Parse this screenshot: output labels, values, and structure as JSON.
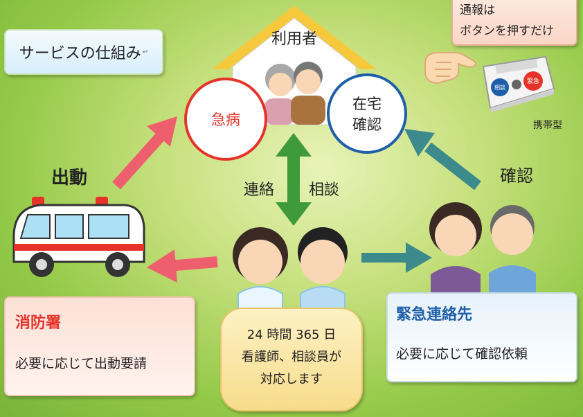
{
  "title": "サービスの仕組み",
  "notice": {
    "line1": "通報は",
    "line2": "ボタンを押すだけ"
  },
  "device": {
    "label": "携帯型",
    "button_left": "相談",
    "button_right": "緊急"
  },
  "house": {
    "label": "利用者"
  },
  "circles": {
    "emergency": "急病",
    "home_line1": "在宅",
    "home_line2": "確認"
  },
  "labels": {
    "dispatch": "出動",
    "contact": "連絡",
    "consult": "相談",
    "confirm": "確認"
  },
  "fire_station": {
    "title": "消防署",
    "text": "必要に応じて出動要請"
  },
  "center": {
    "line1": "24 時間 365 日",
    "line2": "看護師、相談員が",
    "line3": "対応します"
  },
  "emergency_contact": {
    "title": "緊急連絡先",
    "text": "必要に応じて確認依頼"
  },
  "colors": {
    "red": "#e6332a",
    "blue": "#1f5fa8",
    "green_arrow": "#3f9a3a",
    "teal_arrow": "#3d8a8c",
    "pink_arrow": "#ee5f6e",
    "roof": "#f6c93c"
  }
}
